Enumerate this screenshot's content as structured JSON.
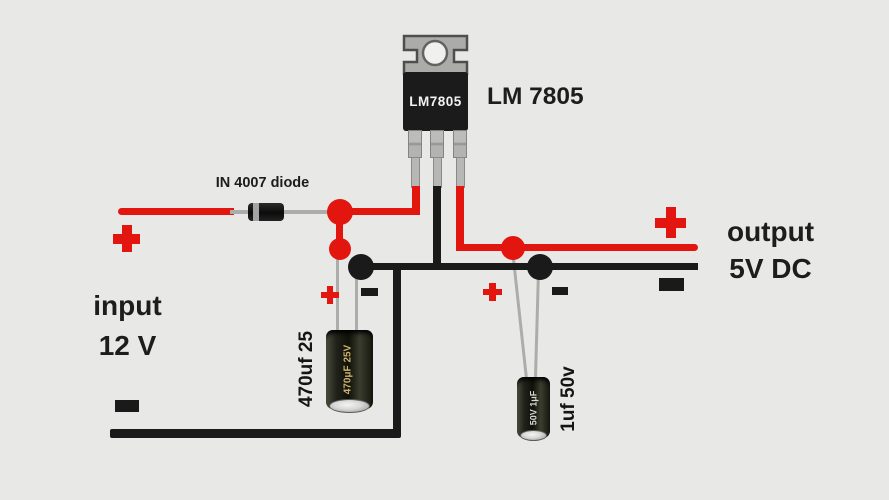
{
  "regulator": {
    "body_label": "LM7805",
    "label": "LM 7805"
  },
  "diode": {
    "label": "IN 4007 diode"
  },
  "input": {
    "word": "input",
    "value": "12 V"
  },
  "output": {
    "word": "output",
    "value": "5V DC"
  },
  "cap_main": {
    "label": "470uf 25",
    "body_text": "470μF 25V"
  },
  "cap_small": {
    "label": "1uf 50v",
    "body_text": "50V 1μF"
  },
  "colors": {
    "positive_wire": "#e3150f",
    "negative_wire": "#1a1a1a",
    "background": "#e8e8e6",
    "lead_silver": "#acacaa"
  }
}
